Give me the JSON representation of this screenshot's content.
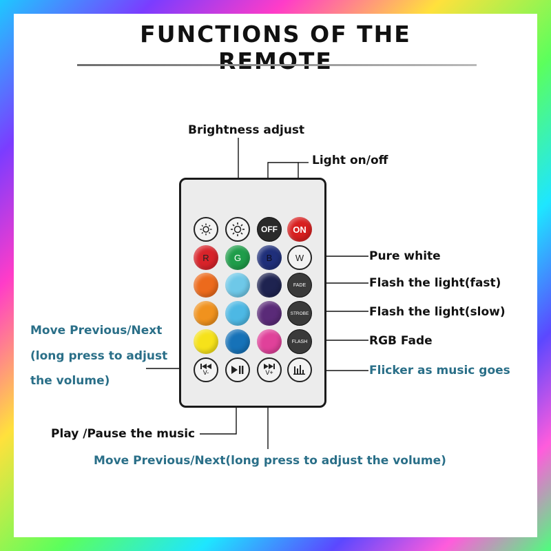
{
  "title": "FUNCTIONS OF THE REMOTE",
  "labels": {
    "brightness": "Brightness adjust",
    "light_onoff": "Light on/off",
    "pure_white": "Pure white",
    "flash_fast": "Flash the light(fast)",
    "flash_slow": "Flash the light(slow)",
    "rgb_fade": "RGB Fade",
    "flicker": "Flicker as music goes",
    "prev_next_left_1": "Move Previous/Next",
    "prev_next_left_2": "(long press to adjust",
    "prev_next_left_3": "the volume)",
    "play_pause": "Play /Pause the music",
    "prev_next_bottom": "Move Previous/Next(long press to adjust the volume)"
  },
  "buttons": {
    "off": "OFF",
    "on": "ON",
    "r": "R",
    "g": "G",
    "b": "B",
    "w": "W",
    "fade": "FADE",
    "strobe": "STROBE",
    "flash": "FLASH",
    "vminus": "V-",
    "vplus": "V+"
  },
  "colors": {
    "label_blue": "#2a6f88",
    "on_red": "#d81f1f",
    "red": "#d8232a",
    "green": "#1f9d4a",
    "blue": "#1f2f7a",
    "orange_dark": "#ec6a1c",
    "sky": "#6ec8e8",
    "navy": "#1e2350",
    "orange": "#f0921e",
    "cyan": "#4db8e4",
    "purple": "#5a2a78",
    "amber": "#f4b51a",
    "teal": "#1e8ac0",
    "pink": "#e0419a",
    "yellow": "#f6e21a",
    "ocean": "#1672b8"
  }
}
